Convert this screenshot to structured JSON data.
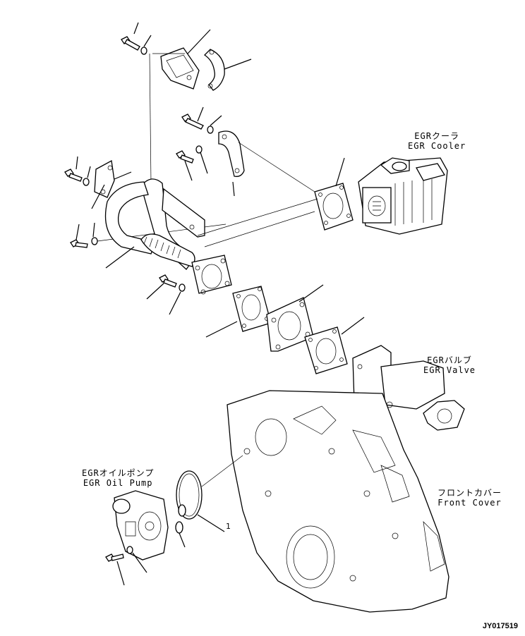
{
  "labels": {
    "egr_cooler_jp": "EGRクーラ",
    "egr_cooler_en": "EGR Cooler",
    "egr_valve_jp": "EGRバルブ",
    "egr_valve_en": "EGR Valve",
    "egr_oil_pump_jp": "EGRオイルポンプ",
    "egr_oil_pump_en": "EGR Oil Pump",
    "front_cover_jp": "フロントカバー",
    "front_cover_en": "Front Cover"
  },
  "callout_number": "1",
  "drawing_code": "JY017519"
}
